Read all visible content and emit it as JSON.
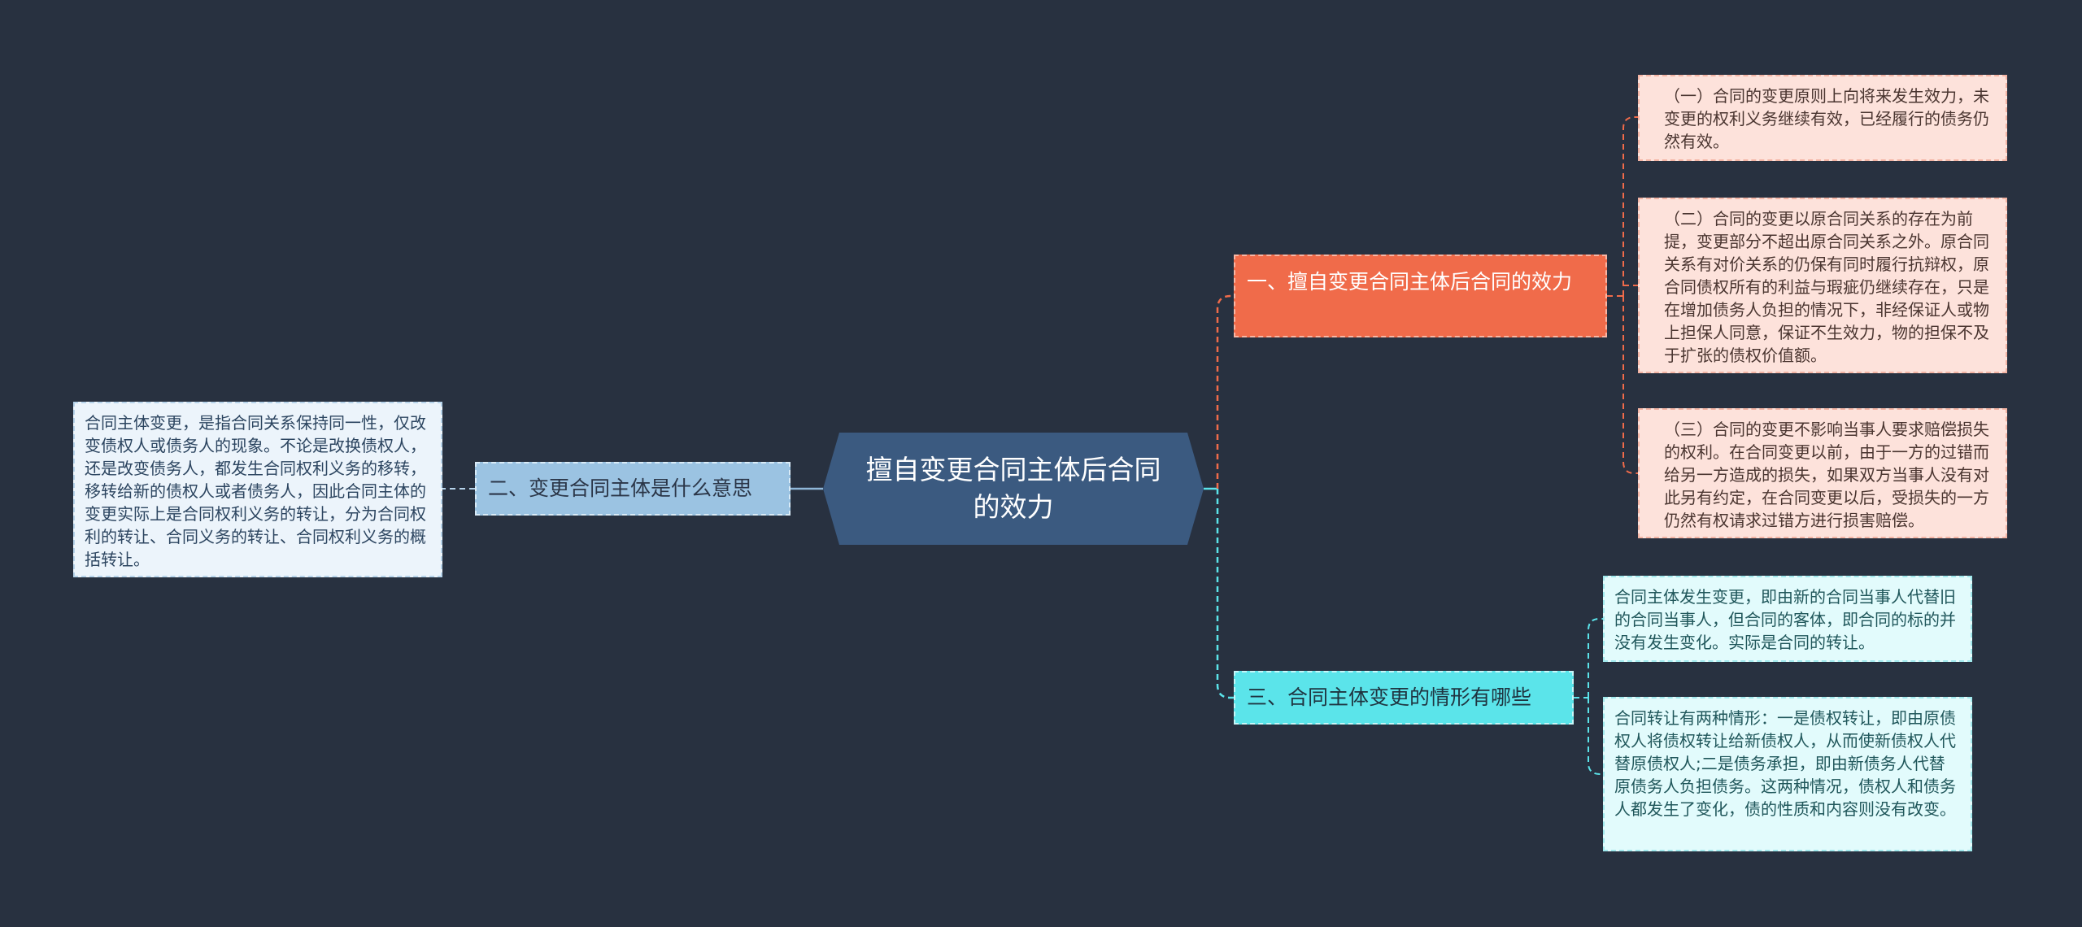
{
  "colors": {
    "background": "#283140",
    "root": "#3b5a80",
    "branch_1": "#f06b4a",
    "branch_2": "#9bc3e2",
    "branch_3": "#5be4ea"
  },
  "root": {
    "label": "擅自变更合同主体后合同的效力"
  },
  "branches": [
    {
      "label": "一、擅自变更合同主体后合同的效力",
      "children": [
        "（一）合同的变更原则上向将来发生效力，未变更的权利义务继续有效，已经履行的债务仍然有效。",
        "（二）合同的变更以原合同关系的存在为前提，变更部分不超出原合同关系之外。原合同关系有对价关系的仍保有同时履行抗辩权，原合同债权所有的利益与瑕疵仍继续存在，只是在增加债务人负担的情况下，非经保证人或物上担保人同意，保证不生效力，物的担保不及于扩张的债权价值额。",
        "（三）合同的变更不影响当事人要求赔偿损失的权利。在合同变更以前，由于一方的过错而给另一方造成的损失，如果双方当事人没有对此另有约定，在合同变更以后，受损失的一方仍然有权请求过错方进行损害赔偿。"
      ]
    },
    {
      "label": "二、变更合同主体是什么意思",
      "children": [
        "合同主体变更，是指合同关系保持同一性，仅改变债权人或债务人的现象。不论是改换债权人，还是改变债务人，都发生合同权利义务的移转，移转给新的债权人或者债务人，因此合同主体的变更实际上是合同权利义务的转让，分为合同权利的转让、合同义务的转让、合同权利义务的概括转让。"
      ]
    },
    {
      "label": "三、合同主体变更的情形有哪些",
      "children": [
        "合同主体发生变更，即由新的合同当事人代替旧的合同当事人，但合同的客体，即合同的标的并没有发生变化。实际是合同的转让。",
        "合同转让有两种情形：一是债权转让，即由原债权人将债权转让给新债权人，从而使新债权人代替原债权人;二是债务承担，即由新债务人代替原债务人负担债务。这两种情况，债权人和债务人都发生了变化，债的性质和内容则没有改变。"
      ]
    }
  ]
}
